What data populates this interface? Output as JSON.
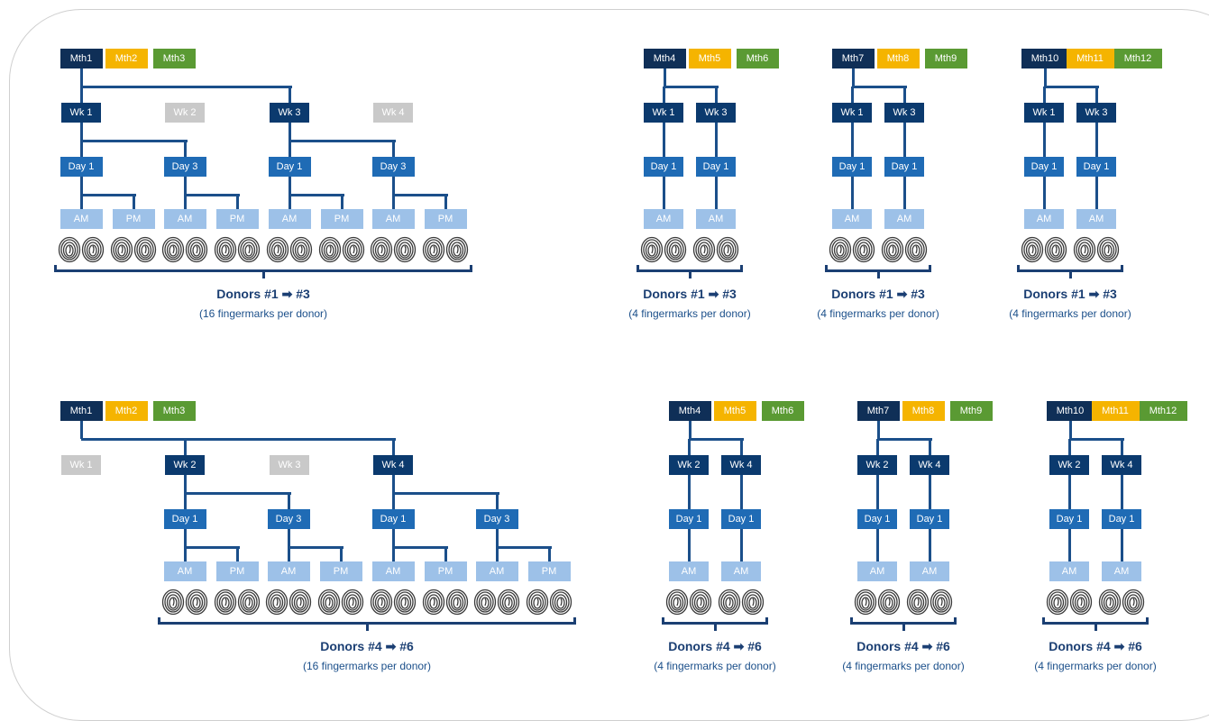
{
  "colors": {
    "month_primary": "#0f2f57",
    "month_yellow": "#f5b400",
    "month_green": "#5a9a33",
    "week": "#0b3a6e",
    "week_inactive": "#c9c9c9",
    "day": "#1f6bb5",
    "session": "#9dc1e8",
    "line": "#1b4f8a"
  },
  "groups": [
    {
      "months": [
        "Mth1",
        "Mth2",
        "Mth3"
      ],
      "weeks": [
        {
          "label": "Wk 1",
          "active": true
        },
        {
          "label": "Wk 2",
          "active": false
        },
        {
          "label": "Wk 3",
          "active": true
        },
        {
          "label": "Wk 4",
          "active": false
        }
      ],
      "days": [
        "Day 1",
        "Day 3",
        "Day 1",
        "Day 3"
      ],
      "sessions": [
        "AM",
        "PM",
        "AM",
        "PM",
        "AM",
        "PM",
        "AM",
        "PM"
      ],
      "donors_label": "Donors #1 ➡ #3",
      "sub_label": "(16 fingermarks per donor)"
    },
    {
      "months": [
        "Mth4",
        "Mth5",
        "Mth6"
      ],
      "weeks": [
        {
          "label": "Wk 1",
          "active": true
        },
        {
          "label": "Wk 3",
          "active": true
        }
      ],
      "days": [
        "Day 1",
        "Day 1"
      ],
      "sessions": [
        "AM",
        "AM"
      ],
      "donors_label": "Donors #1 ➡ #3",
      "sub_label": "(4 fingermarks per donor)"
    },
    {
      "months": [
        "Mth7",
        "Mth8",
        "Mth9"
      ],
      "weeks": [
        {
          "label": "Wk 1",
          "active": true
        },
        {
          "label": "Wk 3",
          "active": true
        }
      ],
      "days": [
        "Day 1",
        "Day 1"
      ],
      "sessions": [
        "AM",
        "AM"
      ],
      "donors_label": "Donors #1 ➡ #3",
      "sub_label": "(4 fingermarks per donor)"
    },
    {
      "months": [
        "Mth10",
        "Mth11",
        "Mth12"
      ],
      "weeks": [
        {
          "label": "Wk 1",
          "active": true
        },
        {
          "label": "Wk 3",
          "active": true
        }
      ],
      "days": [
        "Day 1",
        "Day 1"
      ],
      "sessions": [
        "AM",
        "AM"
      ],
      "donors_label": "Donors #1 ➡ #3",
      "sub_label": "(4 fingermarks per donor)"
    },
    {
      "months": [
        "Mth1",
        "Mth2",
        "Mth3"
      ],
      "weeks": [
        {
          "label": "Wk 1",
          "active": false
        },
        {
          "label": "Wk 2",
          "active": true
        },
        {
          "label": "Wk 3",
          "active": false
        },
        {
          "label": "Wk 4",
          "active": true
        }
      ],
      "days": [
        "Day 1",
        "Day 3",
        "Day 1",
        "Day 3"
      ],
      "sessions": [
        "AM",
        "PM",
        "AM",
        "PM",
        "AM",
        "PM",
        "AM",
        "PM"
      ],
      "donors_label": "Donors #4 ➡ #6",
      "sub_label": "(16 fingermarks per donor)"
    },
    {
      "months": [
        "Mth4",
        "Mth5",
        "Mth6"
      ],
      "weeks": [
        {
          "label": "Wk 2",
          "active": true
        },
        {
          "label": "Wk 4",
          "active": true
        }
      ],
      "days": [
        "Day 1",
        "Day 1"
      ],
      "sessions": [
        "AM",
        "AM"
      ],
      "donors_label": "Donors #4 ➡ #6",
      "sub_label": "(4 fingermarks per donor)"
    },
    {
      "months": [
        "Mth7",
        "Mth8",
        "Mth9"
      ],
      "weeks": [
        {
          "label": "Wk 2",
          "active": true
        },
        {
          "label": "Wk 4",
          "active": true
        }
      ],
      "days": [
        "Day 1",
        "Day 1"
      ],
      "sessions": [
        "AM",
        "AM"
      ],
      "donors_label": "Donors #4 ➡ #6",
      "sub_label": "(4 fingermarks per donor)"
    },
    {
      "months": [
        "Mth10",
        "Mth11",
        "Mth12"
      ],
      "weeks": [
        {
          "label": "Wk 2",
          "active": true
        },
        {
          "label": "Wk 4",
          "active": true
        }
      ],
      "days": [
        "Day 1",
        "Day 1"
      ],
      "sessions": [
        "AM",
        "AM"
      ],
      "donors_label": "Donors #4 ➡ #6",
      "sub_label": "(4 fingermarks per donor)"
    }
  ]
}
